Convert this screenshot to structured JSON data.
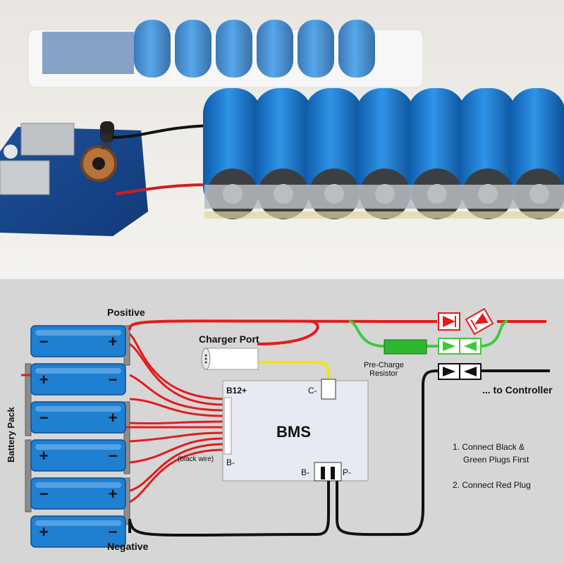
{
  "photo": {
    "alt_description": ""
  },
  "diagram": {
    "labels": {
      "positive": "Positive",
      "negative": "Negative",
      "battery_pack": "Battery Pack",
      "charger_port": "Charger Port",
      "bms": "BMS",
      "b12_plus": "B12+",
      "c_minus": "C-",
      "b_minus_left": "B-",
      "b_minus_bottom": "B-",
      "p_minus": "P-",
      "black_wire_note": "(black wire)",
      "precharge_line1": "Pre-Charge",
      "precharge_line2": "Resistor",
      "to_controller": "... to Controller"
    },
    "instructions": {
      "step1_line1": "1. Connect Black &",
      "step1_line2": "Green Plugs First",
      "step2": "2. Connect Red Plug"
    },
    "cells": [
      {
        "left_sign": "−",
        "right_sign": "+"
      },
      {
        "left_sign": "+",
        "right_sign": "−"
      },
      {
        "left_sign": "−",
        "right_sign": "+"
      },
      {
        "left_sign": "+",
        "right_sign": "−"
      },
      {
        "left_sign": "−",
        "right_sign": "+"
      },
      {
        "left_sign": "+",
        "right_sign": "−"
      }
    ],
    "colors": {
      "background": "#d6d6d6",
      "cell_blue": "#1f7fd0",
      "wire_red": "#e51b1b",
      "wire_green": "#3ec93e",
      "wire_black": "#111111",
      "wire_yellow": "#f5e400"
    }
  }
}
